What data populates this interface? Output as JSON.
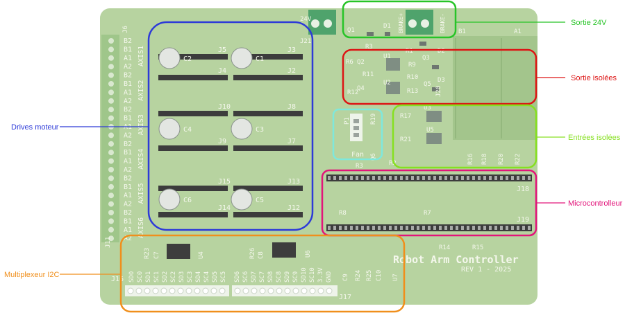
{
  "colors": {
    "board": "#b7d3a0",
    "board_dark": "#a8c690",
    "silkscreen": "#f4f7ec",
    "drives": "#2d3ad8",
    "sortie24": "#27c427",
    "sorties_isolees": "#dd1414",
    "entrees_isolees": "#86e020",
    "micro": "#e2147a",
    "multiplexeur": "#f08f1c",
    "fan": "#7fe8dc"
  },
  "callouts": {
    "drives_moteur": "Drives moteur",
    "sortie_24v": "Sortie 24V",
    "sortie_isolees": "Sortie isolées",
    "entrees_isolees": "Entrées isolées",
    "microcontrolleur": "Microcontrolleur",
    "multiplexeur_i2c": "Multiplexeur I2C"
  },
  "board": {
    "title": "Robot Arm Controller",
    "revision": "REV 1 - 2025",
    "left_pins": [
      "B2",
      "B1",
      "A1",
      "A2",
      "B2",
      "B1",
      "A1",
      "A2",
      "B2",
      "B1",
      "A1",
      "A2",
      "B2",
      "B1",
      "A1",
      "A2",
      "B2",
      "B1",
      "A1",
      "A2",
      "B2",
      "B1",
      "A1",
      "A2"
    ],
    "axis_labels": [
      "AXIS1",
      "AXIS2",
      "AXIS3",
      "AXIS4",
      "AXIS5",
      "AXIS6"
    ],
    "capacitors": [
      "C2",
      "C1",
      "C4",
      "C3",
      "C6",
      "C5"
    ],
    "headers": [
      "J5",
      "J3",
      "J4",
      "J2",
      "J10",
      "J8",
      "J9",
      "J7",
      "J15",
      "J13",
      "J14",
      "J12"
    ],
    "connectors": {
      "j6": "J6",
      "j11": "J11",
      "j16": "J16",
      "j17": "J17",
      "j18": "J18",
      "j19": "J19",
      "j20": "J20",
      "j21": "J21"
    },
    "power_label": "24V",
    "brake_plus": "BRAKE+",
    "brake_minus": "BRAKE-",
    "out_connector": [
      "B1",
      "A1"
    ],
    "output_parts": [
      "Q1",
      "D1",
      "R3",
      "U1",
      "R1",
      "Q3",
      "D2",
      "R6",
      "Q2",
      "R9",
      "R11",
      "R10",
      "U2",
      "Q4",
      "R12",
      "R13",
      "Q5",
      "D3"
    ],
    "input_parts": [
      "R17",
      "U3",
      "R21",
      "U5",
      "R16",
      "R18",
      "R20",
      "R22",
      "R19"
    ],
    "fan": {
      "ref": "P1",
      "label": "Fan",
      "q": "Q6"
    },
    "micro_parts": [
      "R3",
      "R2",
      "R8",
      "R7",
      "R14",
      "R15"
    ],
    "mux_left": [
      "SD0",
      "SC0",
      "SD1",
      "SC1",
      "SD2",
      "SC2",
      "SD3",
      "SC3",
      "SD4",
      "SC4",
      "SD5",
      "SC5"
    ],
    "mux_right": [
      "SD6",
      "SC6",
      "SD7",
      "SC7",
      "SD8",
      "SC8",
      "SD9",
      "SC9",
      "SD10",
      "SC10",
      "3.3V",
      "GND"
    ],
    "mux_parts": [
      "R23",
      "C7",
      "U4",
      "R26",
      "C8",
      "U6",
      "C9",
      "R24",
      "R25",
      "C10",
      "U7"
    ]
  }
}
